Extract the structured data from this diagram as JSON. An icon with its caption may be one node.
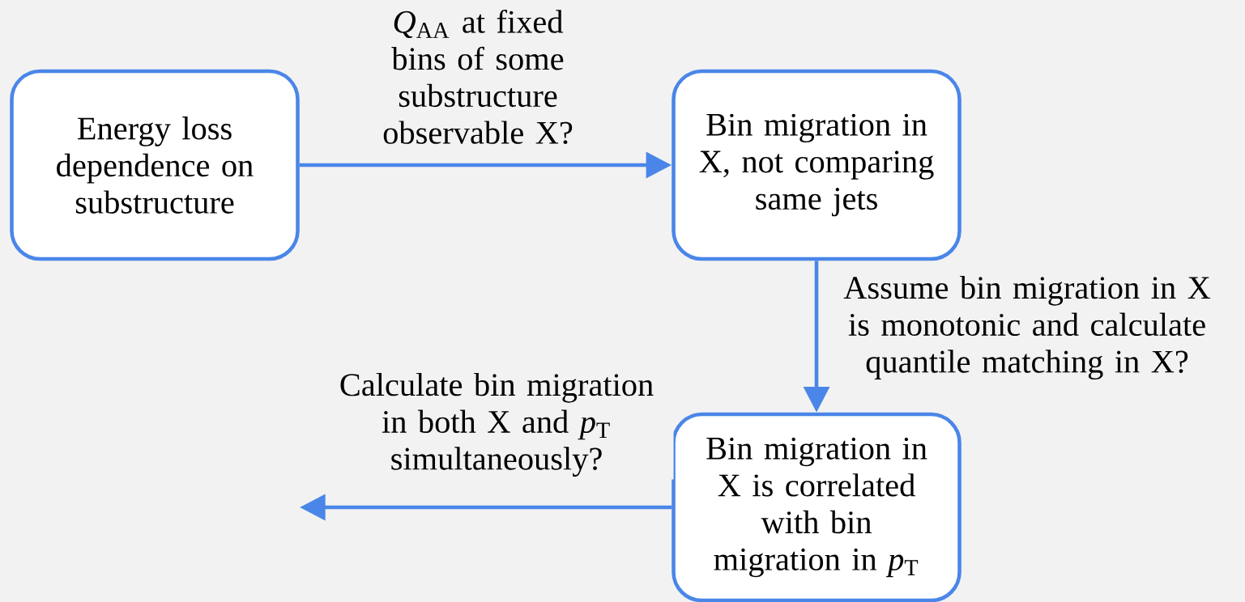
{
  "diagram": {
    "nodes": [
      {
        "text": [
          "Energy loss dependence on substructure"
        ]
      },
      {
        "text": [
          "Bin migration in X, not comparing same jets"
        ]
      },
      {
        "text": [
          "Bin migration in X is correlated with bin migration in *p*$_{T}$"
        ]
      }
    ],
    "edges": [
      {
        "from": 0,
        "to": 1,
        "arrow": "to",
        "label": "*Q*$_{AA}$ at fixed bins of some substructure observable X?"
      },
      {
        "from": 1,
        "to": 2,
        "arrow": "to",
        "label": "Assume bin migration in X is monotonic and calculate quantile matching in X?"
      },
      {
        "from": 2,
        "to": null,
        "arrow": "to",
        "label": "Calculate bin migration in both X and *p*$_{T}$ simultaneously?"
      }
    ]
  }
}
